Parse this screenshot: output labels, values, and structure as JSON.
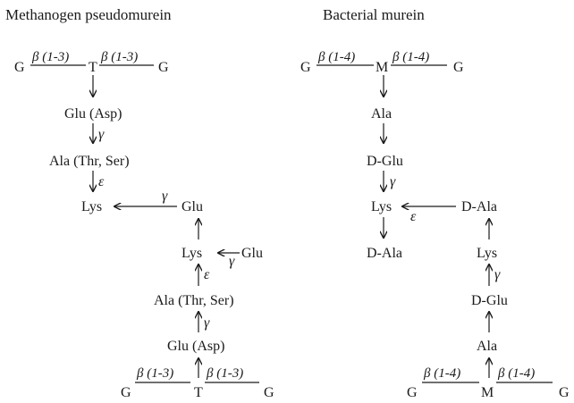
{
  "pseudomurein": {
    "title": "Methanogen pseudomurein",
    "G": "G",
    "T": "T",
    "bond": "β (1-3)",
    "glu_asp": "Glu (Asp)",
    "ala_thr_ser": "Ala (Thr, Ser)",
    "lys": "Lys",
    "glu": "Glu",
    "gamma": "γ",
    "epsilon": "ε"
  },
  "murein": {
    "title": "Bacterial murein",
    "G": "G",
    "M": "M",
    "bond": "β (1-4)",
    "ala": "Ala",
    "d_glu": "D-Glu",
    "lys": "Lys",
    "d_ala": "D-Ala",
    "gamma": "γ",
    "epsilon": "ε"
  },
  "colors": {
    "ink": "#1a1a1a",
    "background": "#ffffff"
  }
}
